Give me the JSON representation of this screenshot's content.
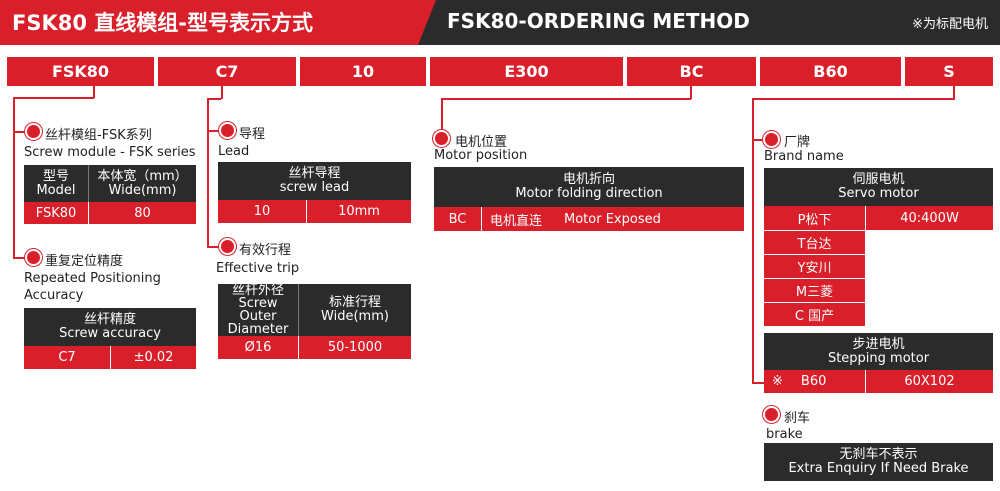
{
  "header": {
    "title_cn": "FSK80 直线模组-型号表示方式",
    "title_en": "FSK80-ORDERING METHOD",
    "note": "※为标配电机"
  },
  "code_segments": [
    "FSK80",
    "C7",
    "10",
    "E300",
    "BC",
    "B60",
    "S"
  ],
  "series": {
    "label_cn": "丝杆模组-FSK系列",
    "label_en": "Screw module - FSK series",
    "col1_cn": "型号",
    "col1_en": "Model",
    "col2_cn": "本体宽（mm）",
    "col2_en": "Wide(mm)",
    "row_model": "FSK80",
    "row_width": "80"
  },
  "accuracy": {
    "label_cn": "重复定位精度",
    "label_en_1": "Repeated Positioning",
    "label_en_2": "Accuracy",
    "header_cn": "丝杆精度",
    "header_en": "Screw accuracy",
    "row_code": "C7",
    "row_value": "±0.02"
  },
  "lead": {
    "label_cn": "导程",
    "label_en": "Lead",
    "header_cn": "丝杆导程",
    "header_en": "screw lead",
    "row_code": "10",
    "row_value": "10mm"
  },
  "trip": {
    "label_cn": "有效行程",
    "label_en": "Effective trip",
    "col1_cn": "丝杆外径",
    "col1_en_1": "Screw Outer",
    "col1_en_2": "Diameter",
    "col2_cn": "标准行程",
    "col2_en": "Wide(mm)",
    "row_dia": "Ø16",
    "row_range": "50-1000"
  },
  "motor_position": {
    "label_cn": "电机位置",
    "label_en": "Motor position",
    "header_cn": "电机折向",
    "header_en": "Motor folding direction",
    "row_code": "BC",
    "row_cn": "电机直连",
    "row_en": "Motor Exposed"
  },
  "brand": {
    "label_cn": "厂牌",
    "label_en": "Brand name",
    "servo_header_cn": "伺服电机",
    "servo_header_en": "Servo motor",
    "servo_rows": [
      "P松下",
      "T台达",
      "Y安川",
      "M三菱",
      "C 国产"
    ],
    "servo_spec": "40:400W",
    "stepper_header_cn": "步进电机",
    "stepper_header_en": "Stepping motor",
    "stepper_mark": "※",
    "stepper_code": "B60",
    "stepper_spec": "60X102"
  },
  "brake": {
    "label_cn": "刹车",
    "label_en": "brake",
    "header_cn": "无刹车不表示",
    "header_en": "Extra Enquiry If Need Brake"
  },
  "colors": {
    "accent": "#d81f2a",
    "dark": "#2b2b2b"
  }
}
